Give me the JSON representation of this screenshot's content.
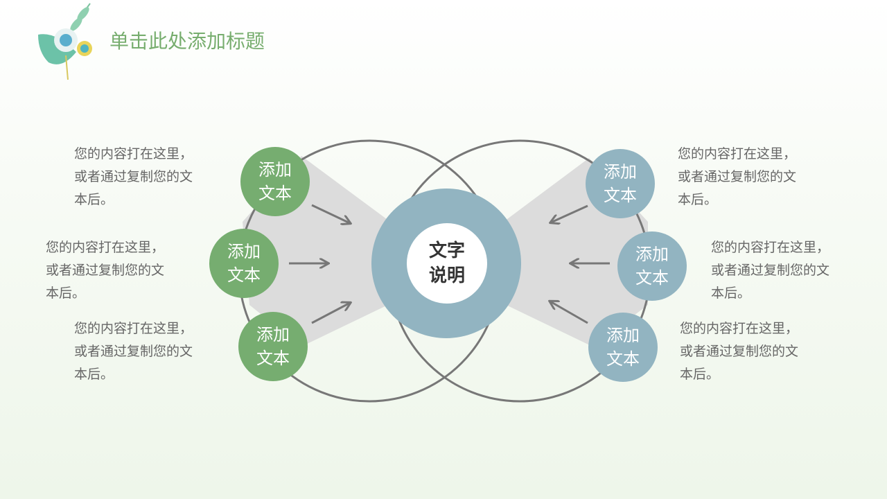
{
  "title": "单击此处添加标题",
  "center": {
    "line1": "文字",
    "line2": "说明"
  },
  "nodes": [
    {
      "line1": "添加",
      "line2": "文本"
    },
    {
      "line1": "添加",
      "line2": "文本"
    },
    {
      "line1": "添加",
      "line2": "文本"
    },
    {
      "line1": "添加",
      "line2": "文本"
    },
    {
      "line1": "添加",
      "line2": "文本"
    },
    {
      "line1": "添加",
      "line2": "文本"
    }
  ],
  "descriptions": [
    {
      "l1": "您的内容打在这里，",
      "l2": "或者通过复制您的文",
      "l3": "本后。"
    },
    {
      "l1": "您的内容打在这里，",
      "l2": "或者通过复制您的文",
      "l3": "本后。"
    },
    {
      "l1": "您的内容打在这里，",
      "l2": "或者通过复制您的文",
      "l3": "本后。"
    },
    {
      "l1": "您的内容打在这里，",
      "l2": "或者通过复制您的文",
      "l3": "本后。"
    },
    {
      "l1": "您的内容打在这里，",
      "l2": "或者通过复制您的文",
      "l3": "本后。"
    },
    {
      "l1": "您的内容打在这里，",
      "l2": "或者通过复制您的文",
      "l3": "本后。"
    }
  ],
  "colors": {
    "green": "#76ad70",
    "blue": "#92b4c1",
    "title": "#77ad6e"
  }
}
